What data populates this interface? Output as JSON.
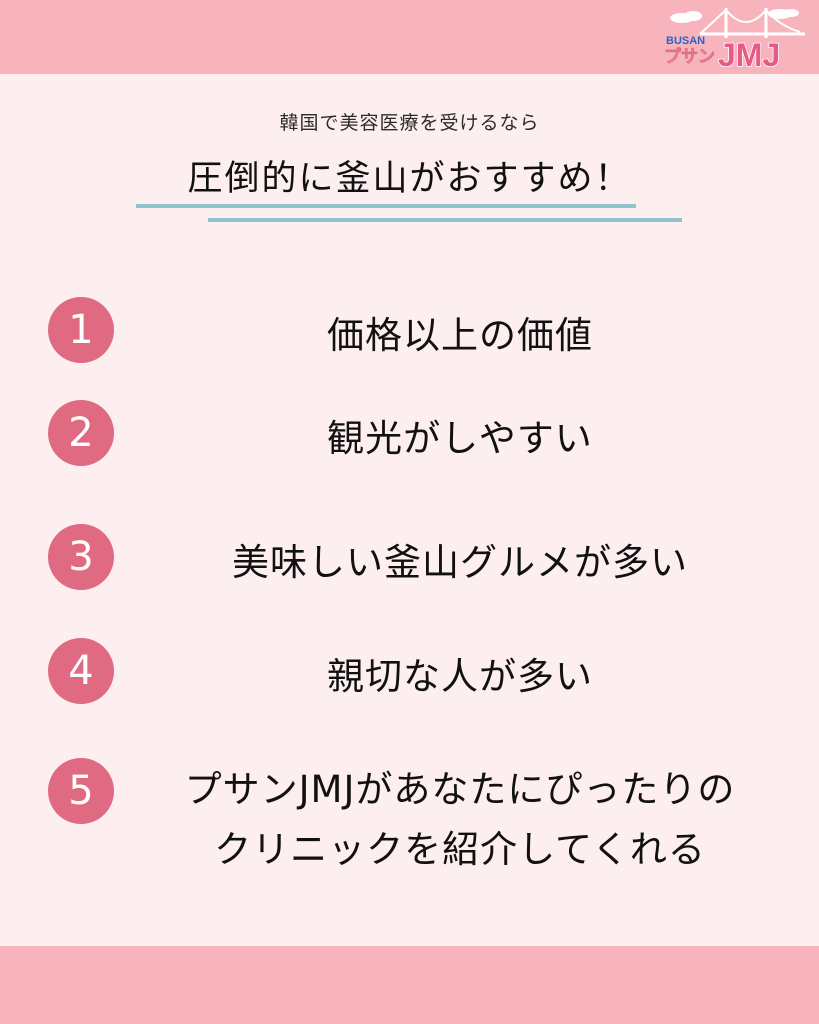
{
  "header": {
    "logo_top": "BUSAN",
    "logo_kana": "プサン",
    "logo_main": "JMJ"
  },
  "intro": {
    "subtitle": "韓国で美容医療を受けるなら",
    "title": "圧倒的に釜山がおすすめ！"
  },
  "colors": {
    "band": "#f7b4bd",
    "background": "#fdeef0",
    "number_circle": "#e06a82",
    "rule": "#8ec3cc"
  },
  "reasons": [
    {
      "number": "1",
      "text": "価格以上の価値"
    },
    {
      "number": "2",
      "text": "観光がしやすい"
    },
    {
      "number": "3",
      "text": "美味しい釜山グルメが多い"
    },
    {
      "number": "4",
      "text": "親切な人が多い"
    },
    {
      "number": "5",
      "line1": "プサンJMJがあなたにぴったりの",
      "line2": "クリニックを紹介してくれる"
    }
  ]
}
